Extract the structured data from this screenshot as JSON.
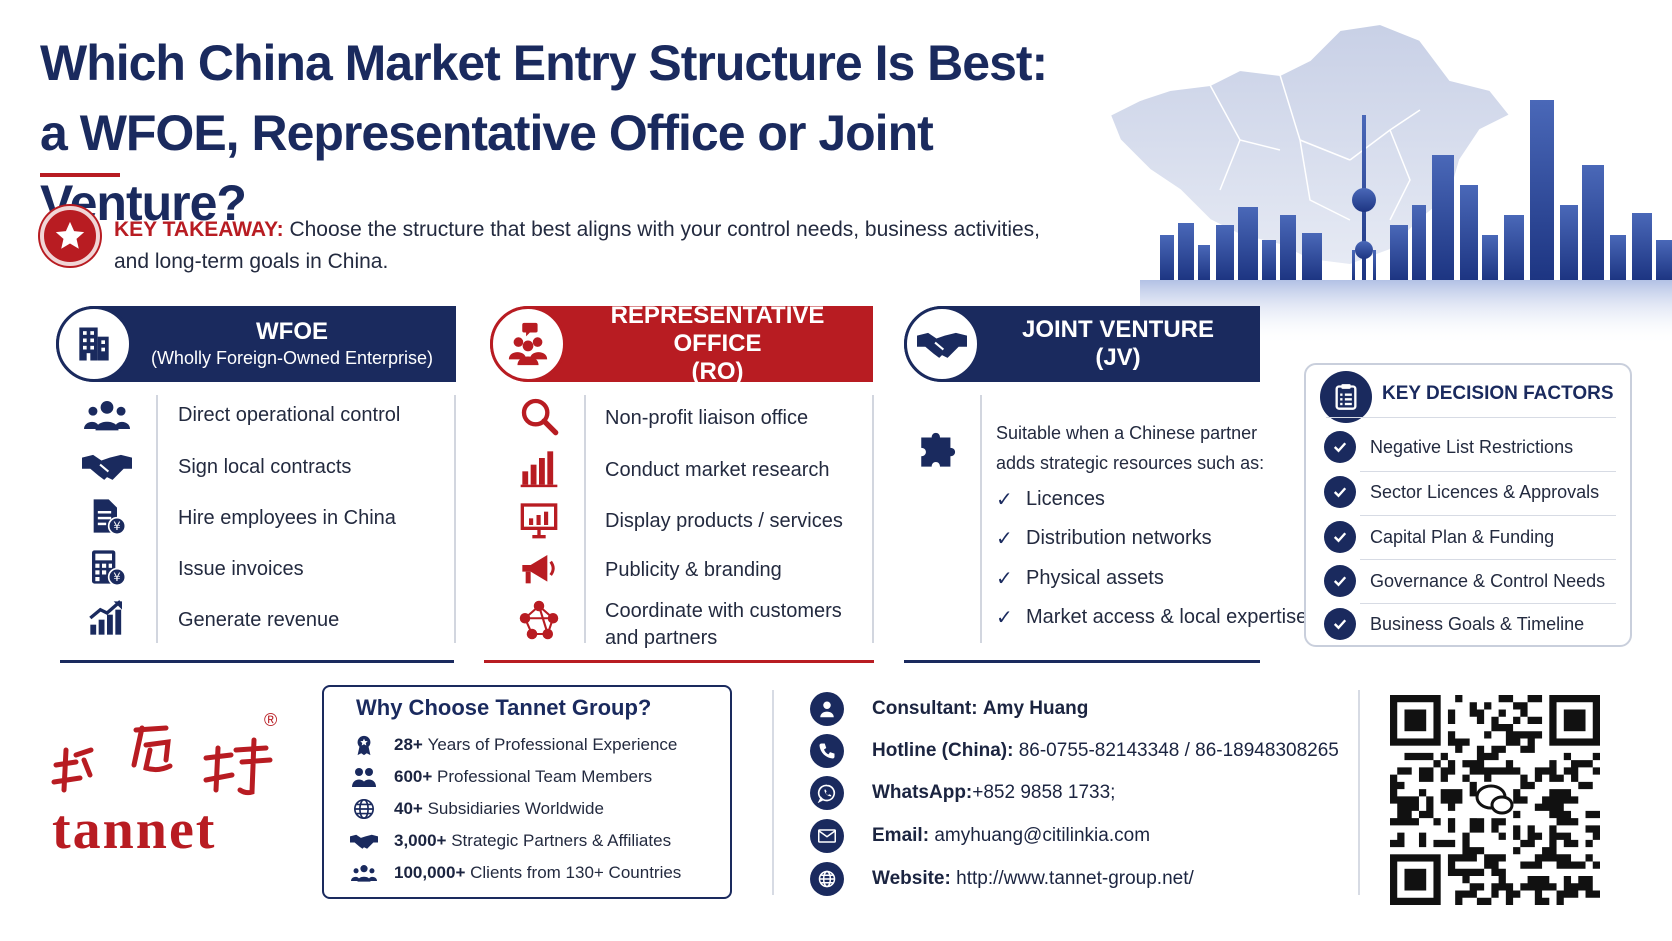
{
  "title": {
    "line1": "Which China Market Entry Structure Is Best:",
    "line2": "a WFOE, Representative Office or Joint Venture?"
  },
  "key_takeaway": {
    "label": "KEY TAKEAWAY:",
    "line1": "Choose the structure that best aligns with your control needs, business activities,",
    "line2": "and long-term goals in China."
  },
  "wfoe": {
    "title": "WFOE",
    "subtitle": "(Wholly Foreign-Owned Enterprise)",
    "items": [
      {
        "label": "Direct operational control",
        "icon": "people-icon"
      },
      {
        "label": "Sign local contracts",
        "icon": "handshake-icon"
      },
      {
        "label": "Hire employees in China",
        "icon": "document-yen-icon"
      },
      {
        "label": "Issue invoices",
        "icon": "calculator-yen-icon"
      },
      {
        "label": "Generate revenue",
        "icon": "growth-chart-icon"
      }
    ]
  },
  "ro": {
    "title": "REPRESENTATIVE OFFICE",
    "subtitle": "(RO)",
    "items": [
      {
        "label": "Non-profit liaison office",
        "icon": "magnifier-icon"
      },
      {
        "label": "Conduct market research",
        "icon": "bar-chart-icon"
      },
      {
        "label": "Display products / services",
        "icon": "presentation-screen-icon"
      },
      {
        "label": "Publicity & branding",
        "icon": "megaphone-icon"
      },
      {
        "label": "Coordinate with customers",
        "label2": "and partners",
        "icon": "network-icon"
      }
    ]
  },
  "jv": {
    "title": "JOINT VENTURE",
    "subtitle": "(JV)",
    "intro1": "Suitable when a Chinese partner",
    "intro2": "adds strategic resources such as:",
    "items": [
      "Licences",
      "Distribution networks",
      "Physical assets",
      "Market access & local expertise"
    ]
  },
  "key_decision_factors": {
    "title": "KEY DECISION FACTORS",
    "items": [
      "Negative List Restrictions",
      "Sector Licences & Approvals",
      "Capital Plan & Funding",
      "Governance & Control Needs",
      "Business Goals & Timeline"
    ]
  },
  "logo": {
    "chinese": "塔尼特",
    "word": "tannet",
    "registered": "®"
  },
  "why_choose": {
    "title": "Why Choose Tannet Group?",
    "items": [
      {
        "bold": "28+",
        "text": "Years of Professional Experience",
        "icon": "award-icon"
      },
      {
        "bold": "600+",
        "text": "Professional Team Members",
        "icon": "team-icon"
      },
      {
        "bold": "40+",
        "text": "Subsidiaries Worldwide",
        "icon": "globe-icon"
      },
      {
        "bold": "3,000+",
        "text": "Strategic Partners & Affiliates",
        "icon": "handshake-icon"
      },
      {
        "bold": "100,000+",
        "text": "Clients from 130+ Countries",
        "icon": "group-icon"
      }
    ]
  },
  "contact": {
    "consultant_label": "Consultant:",
    "consultant": "Amy Huang",
    "hotline_label": "Hotline (China):",
    "hotline": "86-0755-82143348 / 86-18948308265",
    "whatsapp_label": "WhatsApp:",
    "whatsapp": "+852 9858 1733;",
    "email_label": "Email:",
    "email": "amyhuang@citilinkia.com",
    "website_label": "Website:",
    "website": "http://www.tannet-group.net/"
  },
  "colors": {
    "navy": "#1a2a5e",
    "red": "#b81c22"
  }
}
